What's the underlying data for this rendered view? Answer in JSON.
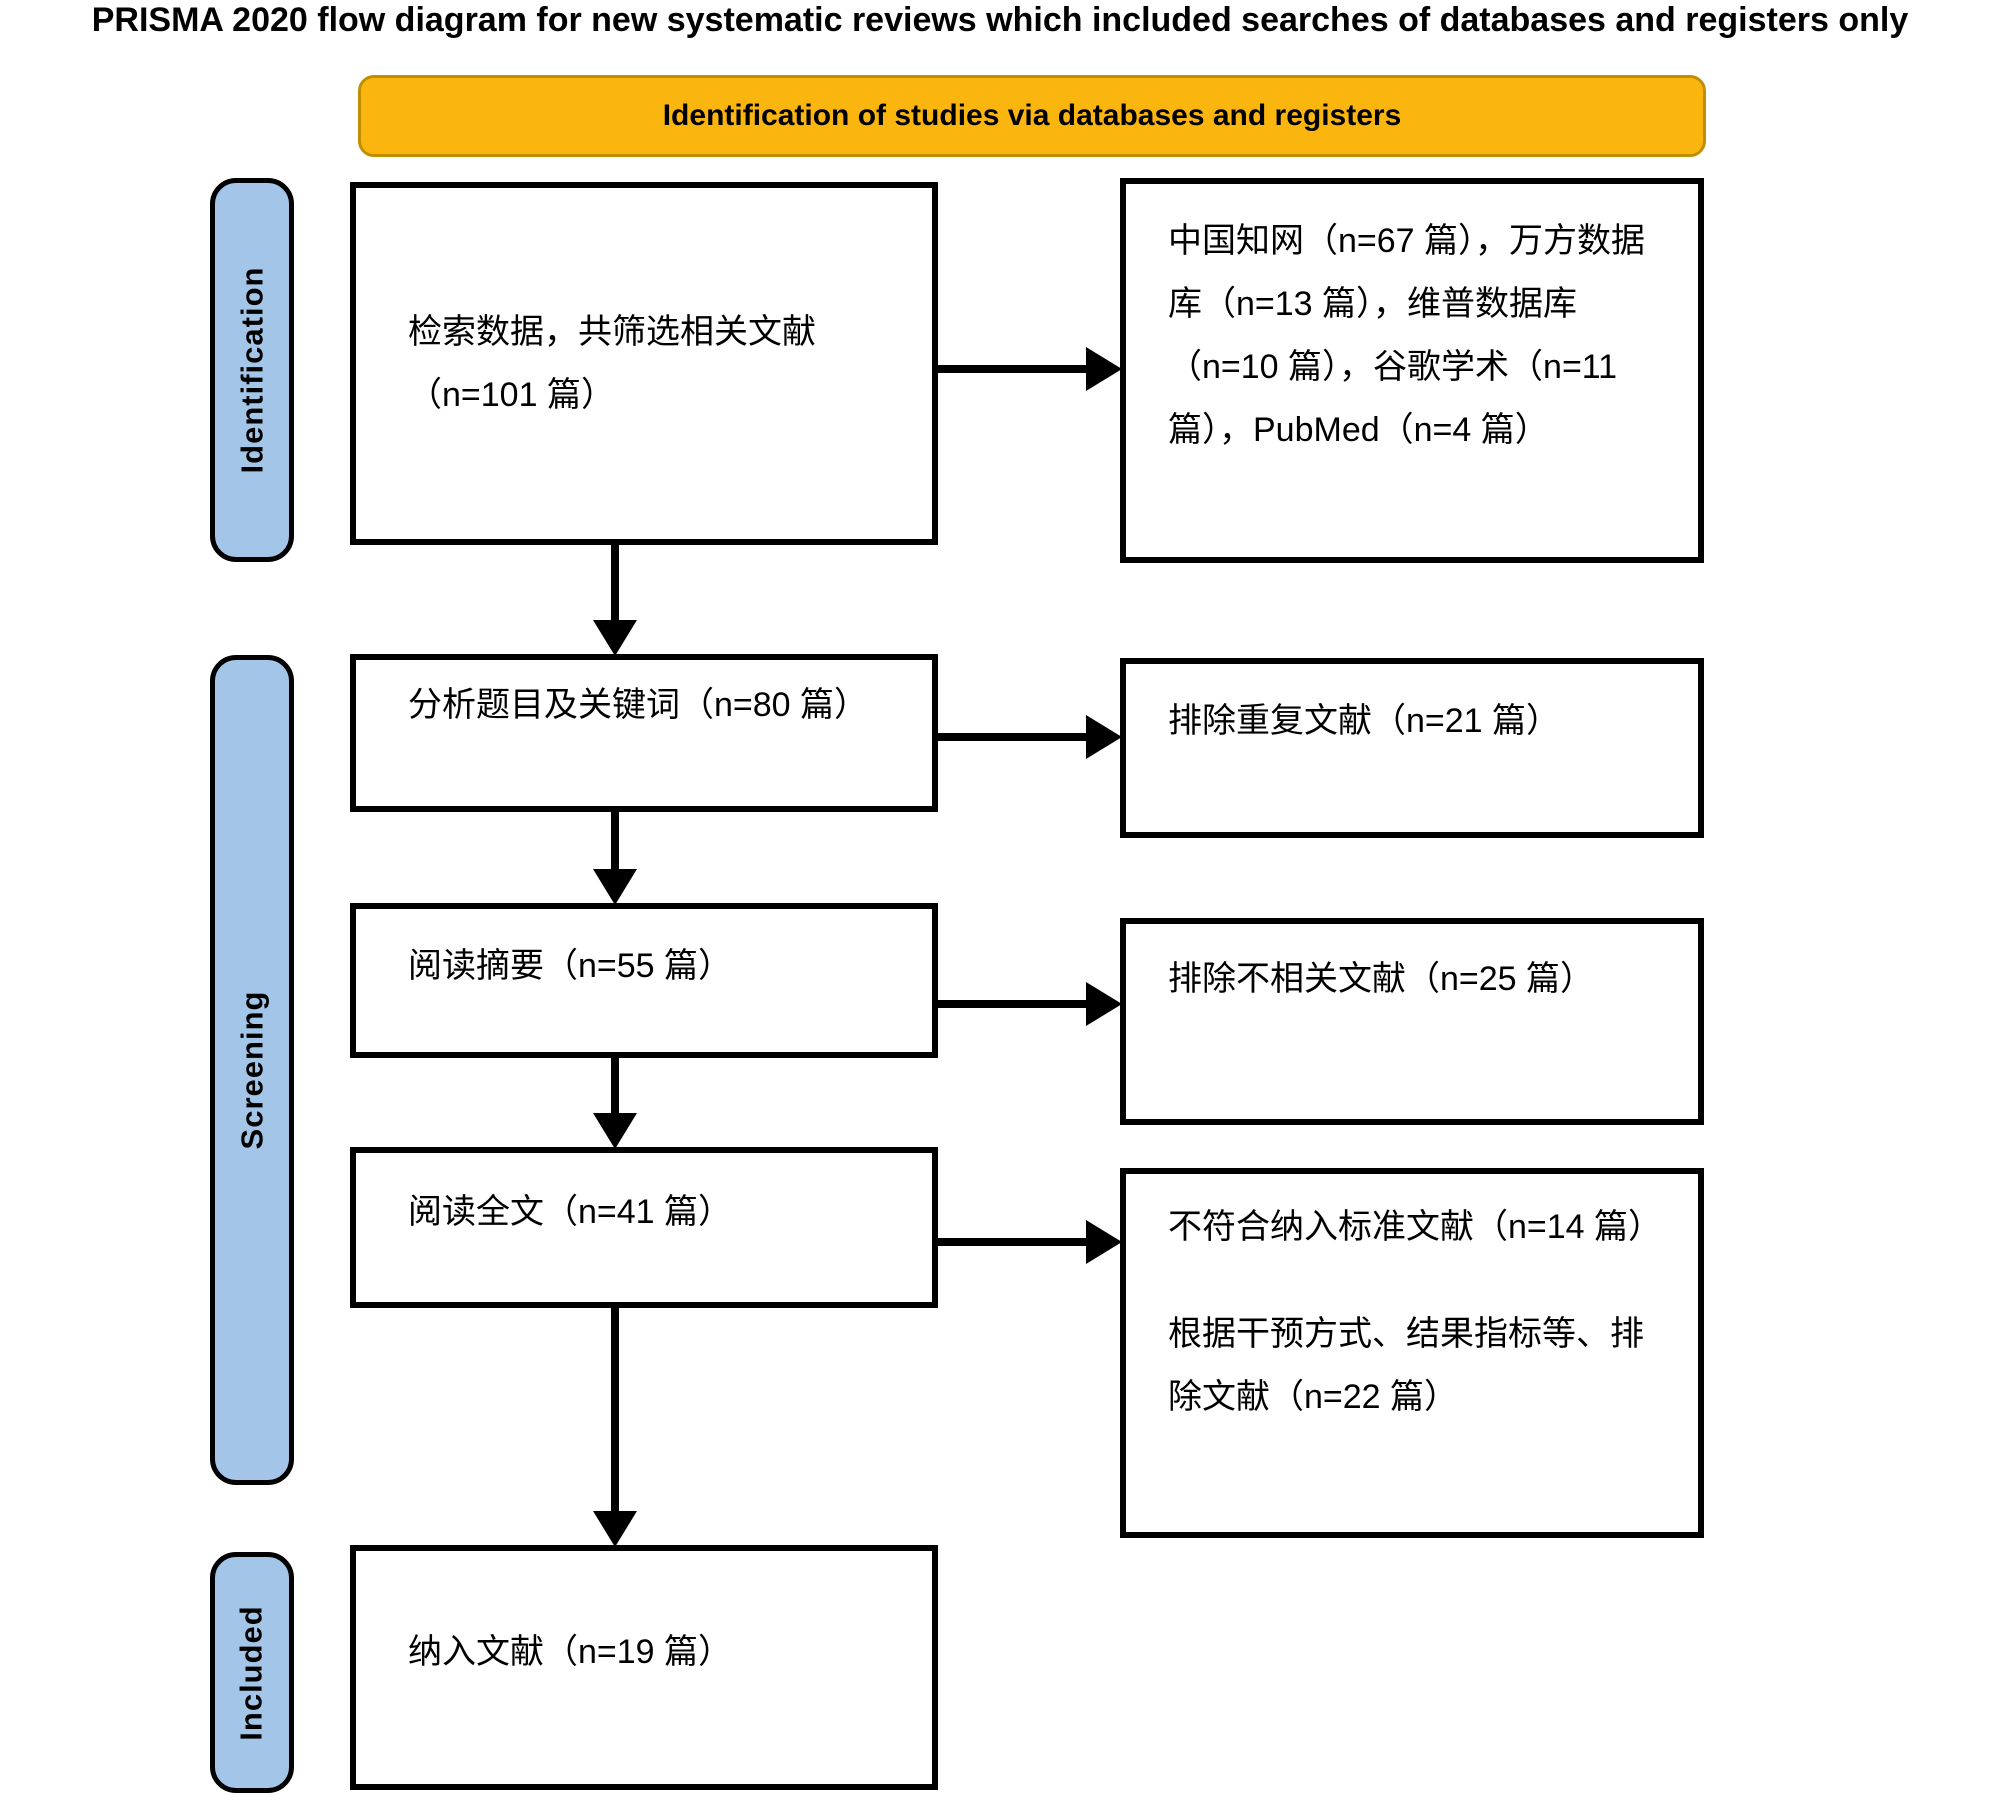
{
  "page": {
    "title": "PRISMA 2020 flow diagram for new systematic reviews which included searches of databases and registers only"
  },
  "banner": {
    "label": "Identification of studies via databases and registers"
  },
  "sidebar": {
    "stages": [
      {
        "id": "identification",
        "label": "Identification"
      },
      {
        "id": "screening",
        "label": "Screening"
      },
      {
        "id": "included",
        "label": "Included"
      }
    ]
  },
  "flow": {
    "left_boxes": [
      {
        "text": "检索数据，共筛选相关文献（n=101 篇）",
        "n": 101
      },
      {
        "text": "分析题目及关键词（n=80 篇）",
        "n": 80
      },
      {
        "text": "阅读摘要（n=55 篇）",
        "n": 55
      },
      {
        "text": "阅读全文（n=41 篇）",
        "n": 41
      },
      {
        "text": "纳入文献（n=19 篇）",
        "n": 19
      }
    ],
    "right_boxes": [
      {
        "text": "中国知网（n=67 篇），万方数据库（n=13 篇），维普数据库（n=10 篇），谷歌学术（n=11 篇），PubMed（n=4 篇）"
      },
      {
        "text": "排除重复文献（n=21 篇）",
        "n": 21
      },
      {
        "text": "排除不相关文献（n=25 篇）",
        "n": 25
      },
      {
        "text": "不符合纳入标准文献（n=14 篇）",
        "text2": "根据干预方式、结果指标等、排除文献（n=22 篇）"
      }
    ]
  },
  "colors": {
    "banner-fill": "#FBB50F",
    "banner-border": "#BF8F00",
    "stage-fill": "#A3C6E8",
    "line-color": "#000000"
  }
}
